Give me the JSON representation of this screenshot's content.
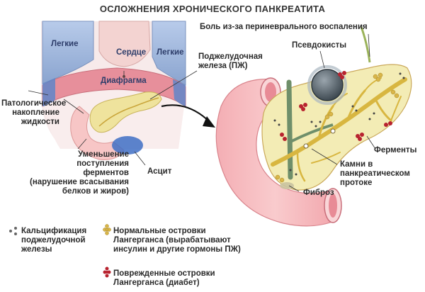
{
  "title": "ОСЛОЖНЕНИЯ ХРОНИЧЕСКОГО ПАНКРЕАТИТА",
  "left_panel": {
    "lungs_left": "Легкие",
    "heart": "Сердце",
    "lungs_right": "Легкие",
    "diaphragm": "Диафрагма",
    "pancreas": [
      "Поджелудочная",
      "железа (ПЖ)"
    ],
    "fluid": [
      "Патологическое",
      "накопление",
      "жидкости"
    ],
    "enzymes_decrease": [
      "Уменьшение",
      "поступления",
      "ферментов",
      "(нарушение всасывания",
      "белков и жиров)"
    ],
    "ascites": "Асцит"
  },
  "right_panel": {
    "pain": "Боль из-за периневрального воспаления",
    "pseudocysts": "Псевдокисты",
    "enzymes": "Ферменты",
    "stones": [
      "Камни в",
      "панкреатическом",
      "протоке"
    ],
    "fibrosis": "Фиброз"
  },
  "legend": {
    "calcification": [
      "Кальцификация",
      "поджелудочной",
      "железы"
    ],
    "normal_islets": [
      "Нормальные островки",
      "Лангерганса (вырабатывают",
      "инсулин и другие гормоны ПЖ)"
    ],
    "damaged_islets": [
      "Поврежденные островки",
      "Лангерганса (диабет)"
    ]
  },
  "colors": {
    "lung": "#9fb8dd",
    "heart": "#f1c9c9",
    "diaphragm": "#e89aa4",
    "pancreas": "#f2ecb3",
    "duodenum": "#f6b8bc",
    "duct": "#d8b640",
    "cyst": "#5d6b74",
    "islet_damaged": "#b8232f",
    "islet_normal": "#d9b64a",
    "ascites": "#3f6fc4",
    "vessel": "#6f8f6a"
  }
}
